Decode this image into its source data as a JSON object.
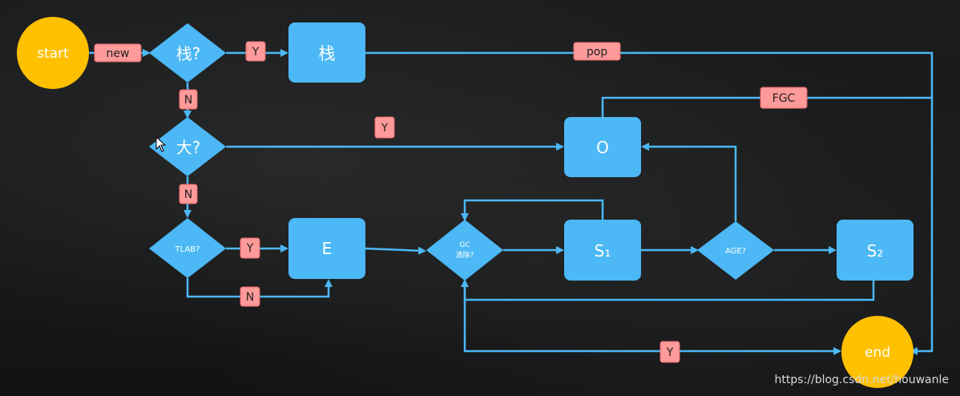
{
  "nodes": {
    "start": "start",
    "end": "end",
    "stack_q": "栈?",
    "stack": "栈",
    "big_q": "大?",
    "old": "O",
    "tlab_q": "TLAB?",
    "eden": "E",
    "gc_q_line1": "GC",
    "gc_q_line2": "清除?",
    "s1": "S₁",
    "age_q": "AGE?",
    "s2": "S₂"
  },
  "edge_labels": {
    "new": "new",
    "stack_yes": "Y",
    "pop": "pop",
    "fgc": "FGC",
    "stack_no": "N",
    "big_yes": "Y",
    "big_no": "N",
    "tlab_yes": "Y",
    "tlab_no": "N",
    "gc_yes": "Y"
  },
  "watermark": "https://blog.csdn.net/houwanle",
  "colors": {
    "node": "#4cb8f5",
    "terminal": "#ffc000",
    "label": "#ff9a9a",
    "background": "#151617"
  }
}
